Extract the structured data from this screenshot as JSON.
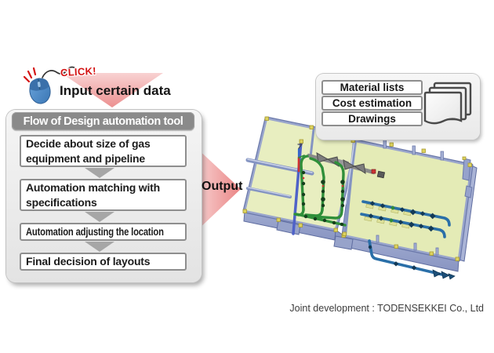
{
  "colors": {
    "click_red": "#d41414",
    "accent_pink_light": "#f8d2d2",
    "accent_pink": "#ec9090",
    "flow_header_bg": "#8a8a8a",
    "box_border": "#8e8e8e",
    "step_text": "#1c1c1c",
    "mouse_blue": "#4c8cc8",
    "cad_floor": "#e7edbd",
    "cad_wall": "#93a0c8",
    "cad_wall_dark": "#6b79ab",
    "cad_wall_light": "#ccd3e8",
    "pipe_green": "#2f8f3a",
    "pipe_blue": "#2a6fa8",
    "valve_gray": "#7d7d7d",
    "post_yellow": "#ddd35e",
    "footer_text": "#3c3c3c"
  },
  "input": {
    "click_label": "CLICK!",
    "label": "Input certain data"
  },
  "flow": {
    "title": "Flow of Design automation tool",
    "steps": [
      {
        "label": "Decide about size of gas\nequipment and pipeline"
      },
      {
        "label": "Automation matching with\nspecifications"
      },
      {
        "label": "Automation adjusting the location"
      },
      {
        "label": "Final decision of  layouts"
      }
    ]
  },
  "output": {
    "label": "Output",
    "items": [
      {
        "label": "Material lists"
      },
      {
        "label": "Cost estimation"
      },
      {
        "label": "Drawings"
      }
    ]
  },
  "footer": {
    "credit": "Joint development : TODENSEKKEI Co., Ltd"
  }
}
